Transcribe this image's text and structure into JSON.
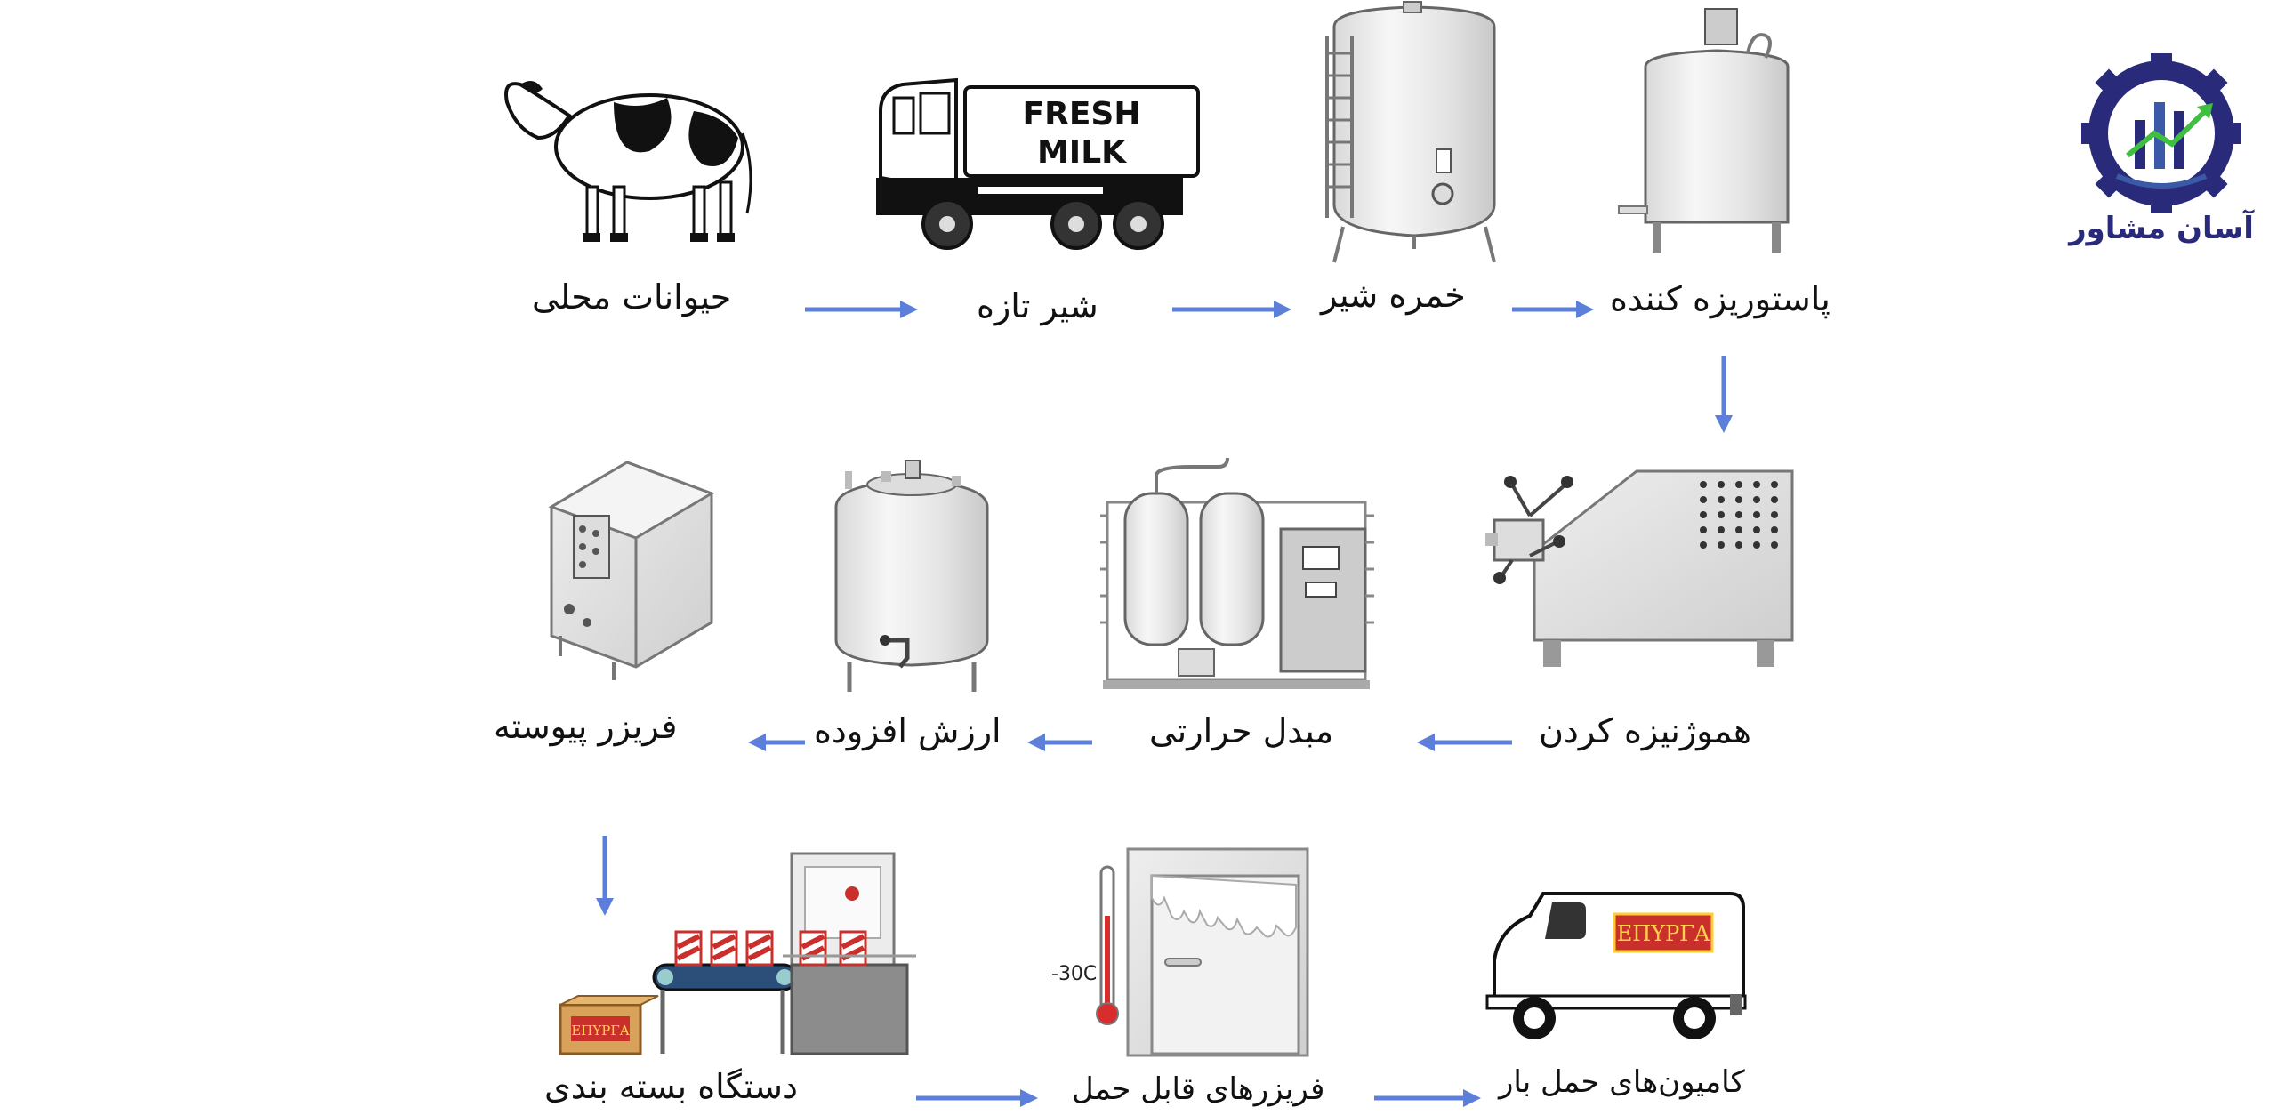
{
  "steps": {
    "animals": "حیوانات محلی",
    "fresh_milk": "شیر تازه",
    "milk_tank": "خمره شیر",
    "pasteurizer": "پاستوریزه کننده",
    "homogenize": "هموژنیزه کردن",
    "heat_exchanger": "مبدل حرارتی",
    "value_added": "ارزش افزوده",
    "freezer": "فریزر پیوسته",
    "packaging": "دستگاه بسته بندی",
    "portable_freezers": "فریزرهای قابل حمل",
    "trucks": "کامیون‌های حمل بار"
  },
  "truck_sign": {
    "line1": "FRESH",
    "line2": "MILK"
  },
  "brand_label": "ΕΠΥΡΓΑ",
  "thermometer_label": "-30C",
  "logo": {
    "text": "آسان مشاور",
    "gear_color": "#2a2a7a",
    "accent": "#3fbf3f"
  },
  "colors": {
    "arrow": "#5b7fdb",
    "text": "#111111"
  }
}
